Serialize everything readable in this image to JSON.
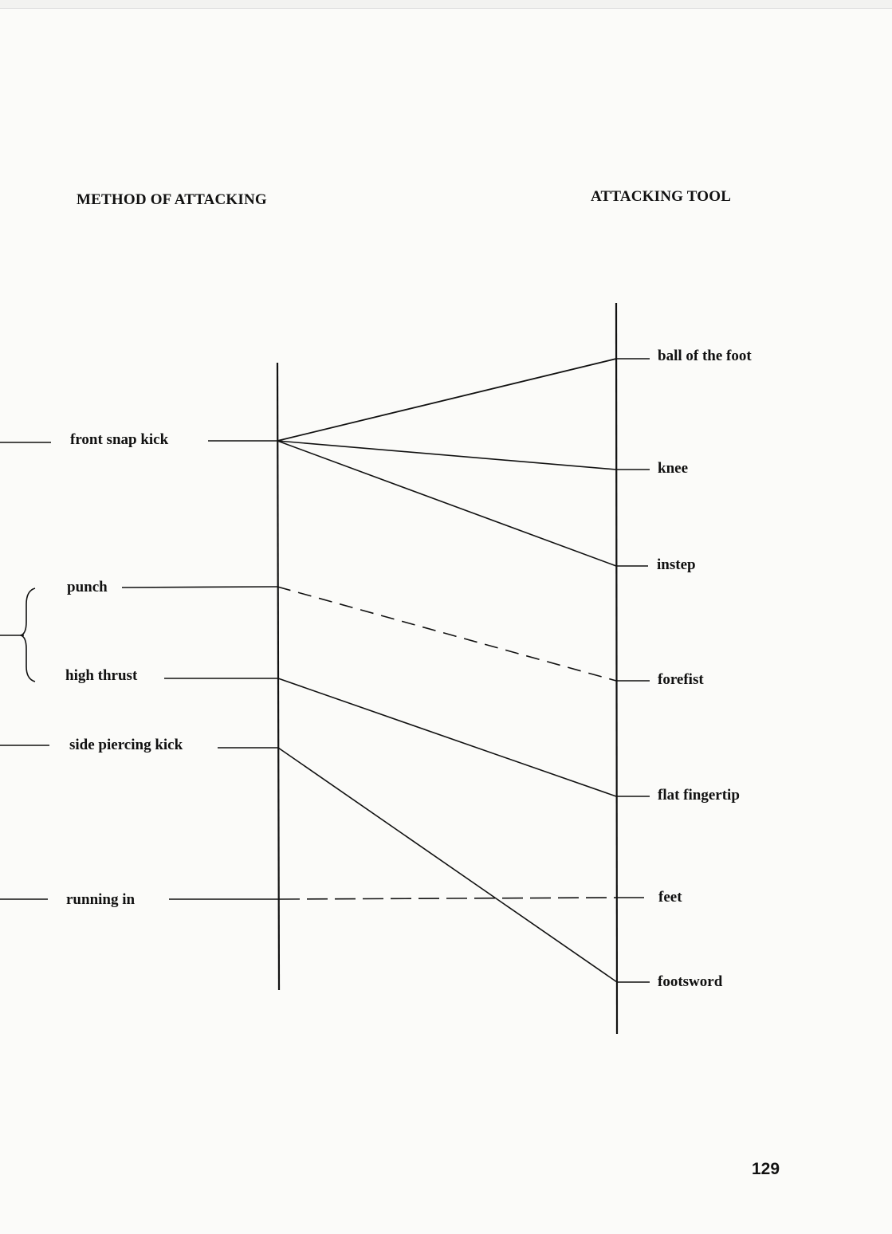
{
  "headings": {
    "method": "METHOD OF ATTACKING",
    "tool": "ATTACKING TOOL"
  },
  "methods": [
    {
      "id": "front-snap-kick",
      "label": "front snap kick"
    },
    {
      "id": "punch",
      "label": "punch"
    },
    {
      "id": "high-thrust",
      "label": "high thrust"
    },
    {
      "id": "side-piercing-kick",
      "label": "side piercing kick"
    },
    {
      "id": "running-in",
      "label": "running in"
    }
  ],
  "tools": [
    {
      "id": "ball-of-the-foot",
      "label": "ball of the foot"
    },
    {
      "id": "knee",
      "label": "knee"
    },
    {
      "id": "instep",
      "label": "instep"
    },
    {
      "id": "forefist",
      "label": "forefist"
    },
    {
      "id": "flat-fingertip",
      "label": "flat fingertip"
    },
    {
      "id": "feet",
      "label": "feet"
    },
    {
      "id": "footsword",
      "label": "footsword"
    }
  ],
  "connections": [
    {
      "from": "front-snap-kick",
      "to": "ball-of-the-foot",
      "style": "solid"
    },
    {
      "from": "front-snap-kick",
      "to": "knee",
      "style": "solid"
    },
    {
      "from": "front-snap-kick",
      "to": "instep",
      "style": "solid"
    },
    {
      "from": "punch",
      "to": "forefist",
      "style": "dashed"
    },
    {
      "from": "high-thrust",
      "to": "flat-fingertip",
      "style": "solid"
    },
    {
      "from": "side-piercing-kick",
      "to": "footsword",
      "style": "solid"
    },
    {
      "from": "running-in",
      "to": "feet",
      "style": "dashed"
    }
  ],
  "page_number": "129"
}
